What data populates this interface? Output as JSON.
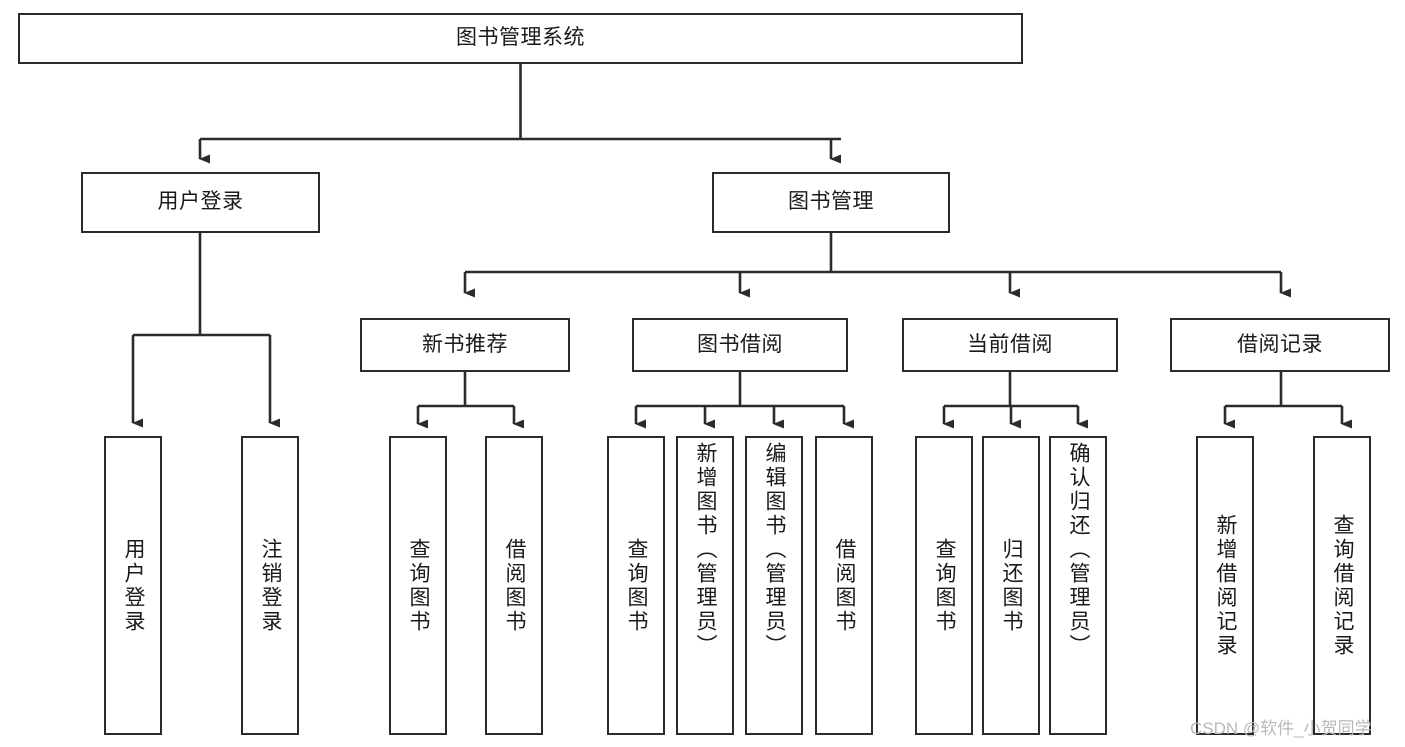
{
  "diagram": {
    "type": "tree-hierarchy",
    "title": "图书管理系统",
    "colors": {
      "box_border": "#2b2b2b",
      "box_fill": "#ffffff",
      "connector": "#2b2b2b",
      "text": "#1a1a1a",
      "watermark": "#b9b9b9",
      "background": "#ffffff"
    },
    "nodes": {
      "root": {
        "label": "图书管理系统",
        "level": 1
      },
      "l2": [
        {
          "id": "user-login",
          "label": "用户登录",
          "level": 2
        },
        {
          "id": "book-management",
          "label": "图书管理",
          "level": 2
        }
      ],
      "l3": [
        {
          "id": "new-book-recommend",
          "label": "新书推荐",
          "level": 3,
          "parent": "book-management"
        },
        {
          "id": "book-borrow",
          "label": "图书借阅",
          "level": 3,
          "parent": "book-management"
        },
        {
          "id": "current-borrow",
          "label": "当前借阅",
          "level": 3,
          "parent": "book-management"
        },
        {
          "id": "borrow-record",
          "label": "借阅记录",
          "level": 3,
          "parent": "book-management"
        }
      ],
      "leaves": [
        {
          "id": "leaf-user-login",
          "label": "用户登录",
          "parent": "user-login"
        },
        {
          "id": "leaf-logout-login",
          "label": "注销登录",
          "parent": "user-login"
        },
        {
          "id": "leaf-query-book-1",
          "label": "查询图书",
          "parent": "new-book-recommend"
        },
        {
          "id": "leaf-borrow-book-1",
          "label": "借阅图书",
          "parent": "new-book-recommend"
        },
        {
          "id": "leaf-query-book-2",
          "label": "查询图书",
          "parent": "book-borrow"
        },
        {
          "id": "leaf-add-book",
          "label": "新增图书（管理员）",
          "parent": "book-borrow"
        },
        {
          "id": "leaf-edit-book",
          "label": "编辑图书（管理员）",
          "parent": "book-borrow"
        },
        {
          "id": "leaf-borrow-book-2",
          "label": "借阅图书",
          "parent": "book-borrow"
        },
        {
          "id": "leaf-query-book-3",
          "label": "查询图书",
          "parent": "current-borrow"
        },
        {
          "id": "leaf-return-book",
          "label": "归还图书",
          "parent": "current-borrow"
        },
        {
          "id": "leaf-confirm-return",
          "label": "确认归还（管理员）",
          "parent": "current-borrow"
        },
        {
          "id": "leaf-add-record",
          "label": "新增借阅记录",
          "parent": "borrow-record"
        },
        {
          "id": "leaf-query-record",
          "label": "查询借阅记录",
          "parent": "borrow-record"
        }
      ]
    },
    "watermark": "CSDN @软件_小贺同学"
  }
}
